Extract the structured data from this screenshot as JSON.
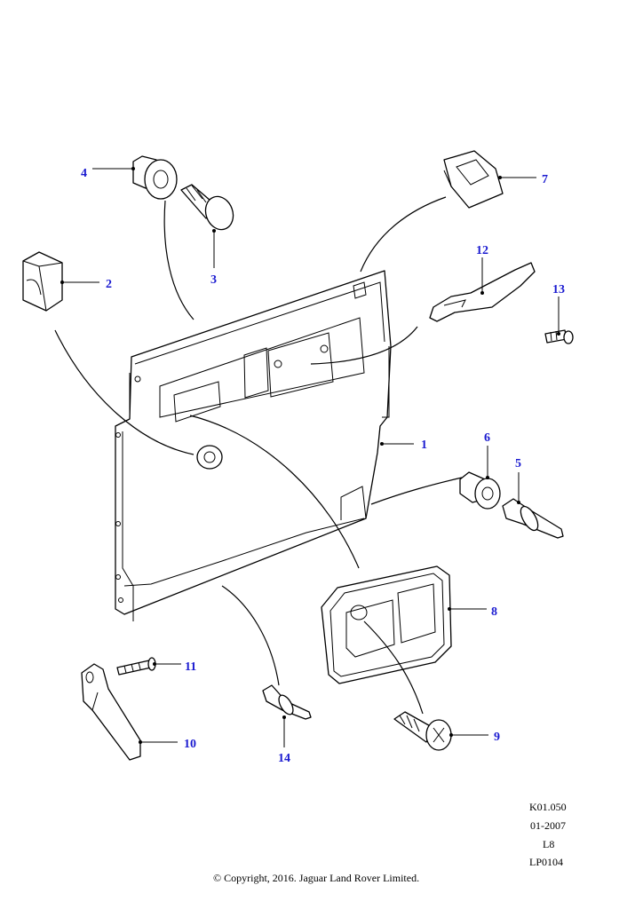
{
  "callouts": [
    "1",
    "2",
    "3",
    "4",
    "5",
    "6",
    "7",
    "8",
    "9",
    "10",
    "11",
    "12",
    "13",
    "14"
  ],
  "colors": {
    "callout": "#1a1ad0",
    "line": "#000000",
    "background": "#ffffff"
  },
  "footer": {
    "code": "K01.050",
    "date": "01-2007",
    "level": "L8",
    "ref": "LP0104",
    "copyright": "© Copyright, 2016. Jaguar Land Rover Limited."
  }
}
